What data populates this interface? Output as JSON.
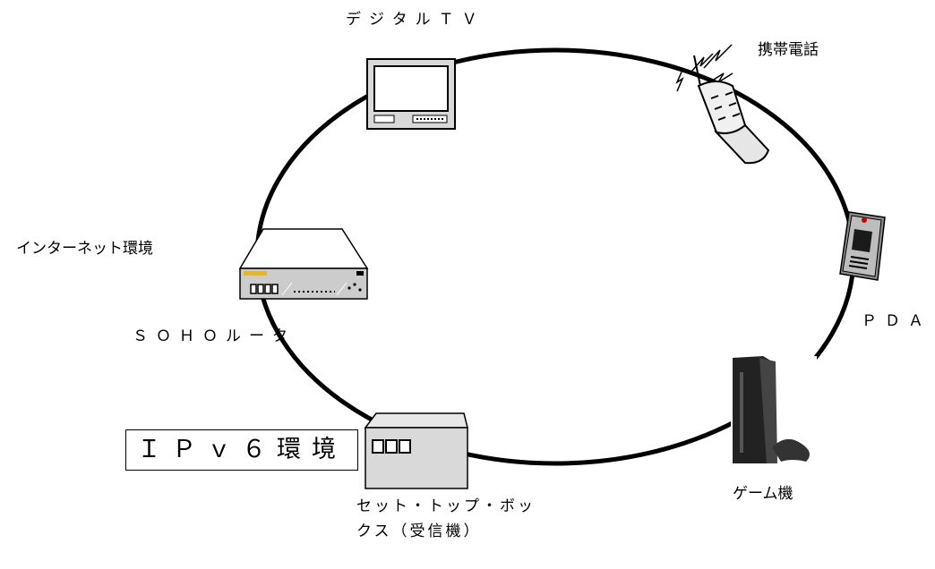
{
  "diagram": {
    "nodes": {
      "digital_tv": "デジタルＴＶ",
      "mobile_phone": "携帯電話",
      "pda": "ＰＤＡ",
      "game_console": "ゲーム機",
      "set_top_box": "セット・トップ・ボックス（受信機）",
      "internet": "インターネット環境",
      "soho_router": "ＳＯＨＯルータ"
    },
    "environment_label": "ＩＰｖ６環境"
  }
}
